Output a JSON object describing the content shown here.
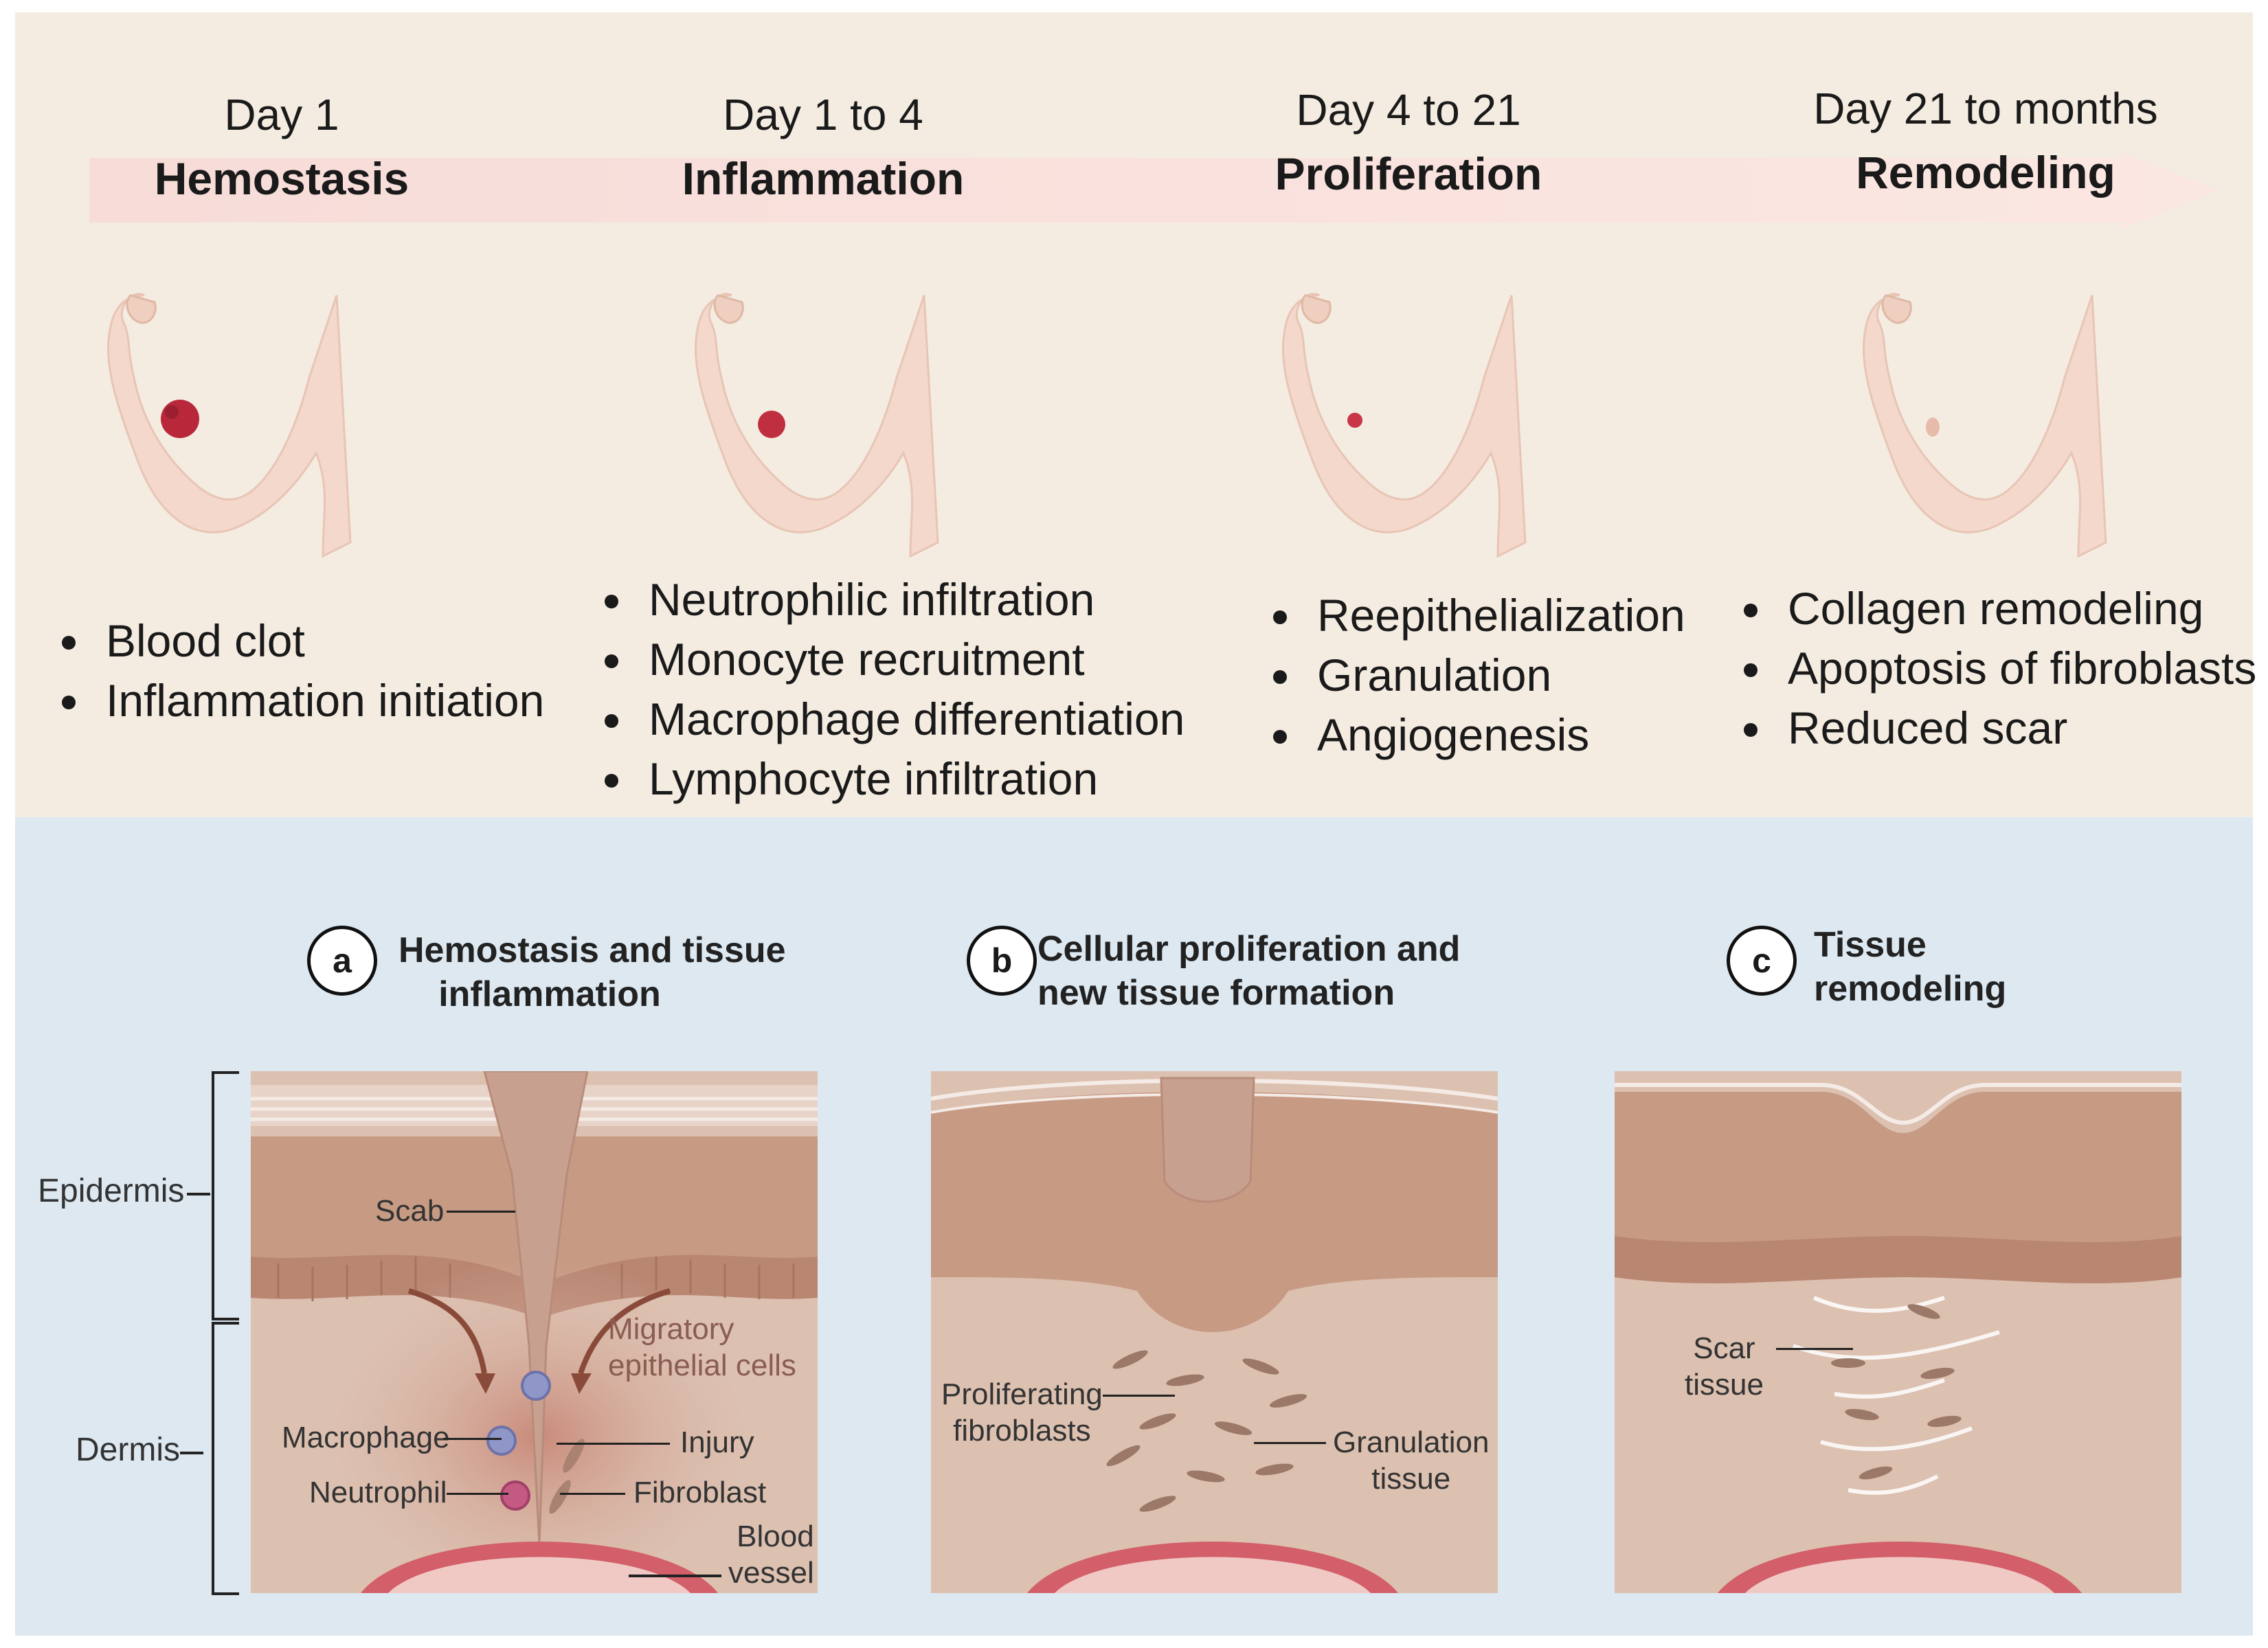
{
  "stages": [
    {
      "day": "Day 1",
      "name": "Hemostasis",
      "bullets": [
        "Blood clot",
        "Inflammation initiation"
      ]
    },
    {
      "day": "Day 1 to 4",
      "name": "Inflammation",
      "bullets": [
        "Neutrophilic infiltration",
        "Monocyte recruitment",
        "Macrophage differentiation",
        "Lymphocyte infiltration"
      ]
    },
    {
      "day": "Day 4 to 21",
      "name": "Proliferation",
      "bullets": [
        "Reepithelialization",
        "Granulation",
        "Angiogenesis"
      ]
    },
    {
      "day": "Day 21 to months",
      "name": "Remodeling",
      "bullets": [
        "Collagen remodeling",
        "Apoptosis of fibroblasts",
        "Reduced scar"
      ]
    }
  ],
  "panels": [
    {
      "letter": "a",
      "title_line1": "Hemostasis and tissue",
      "title_line2": "inflammation"
    },
    {
      "letter": "b",
      "title_line1": "Cellular proliferation and",
      "title_line2": "new tissue formation"
    },
    {
      "letter": "c",
      "title_line1": "Tissue",
      "title_line2": "remodeling"
    }
  ],
  "layers": {
    "epidermis": "Epidermis",
    "dermis": "Dermis"
  },
  "panel_a_labels": {
    "scab": "Scab",
    "migratory_line1": "Migratory",
    "migratory_line2": "epithelial cells",
    "macrophage": "Macrophage",
    "injury": "Injury",
    "neutrophil": "Neutrophil",
    "fibroblast": "Fibroblast",
    "blood_line1": "Blood",
    "blood_line2": "vessel"
  },
  "panel_b_labels": {
    "prolif_line1": "Proliferating",
    "prolif_line2": "fibroblasts",
    "gran_line1": "Granulation",
    "gran_line2": "tissue"
  },
  "panel_c_labels": {
    "scar_line1": "Scar",
    "scar_line2": "tissue"
  },
  "colors": {
    "top_background": "#f4ece1",
    "bottom_background": "#dde8f1",
    "arrow_band": "#f6d9d6",
    "skin": "#f3d8cb",
    "wound": "#b8283a",
    "dermis": "#dcc0b0",
    "epidermis": "#c79a84",
    "vessel": "#d25f6a"
  }
}
